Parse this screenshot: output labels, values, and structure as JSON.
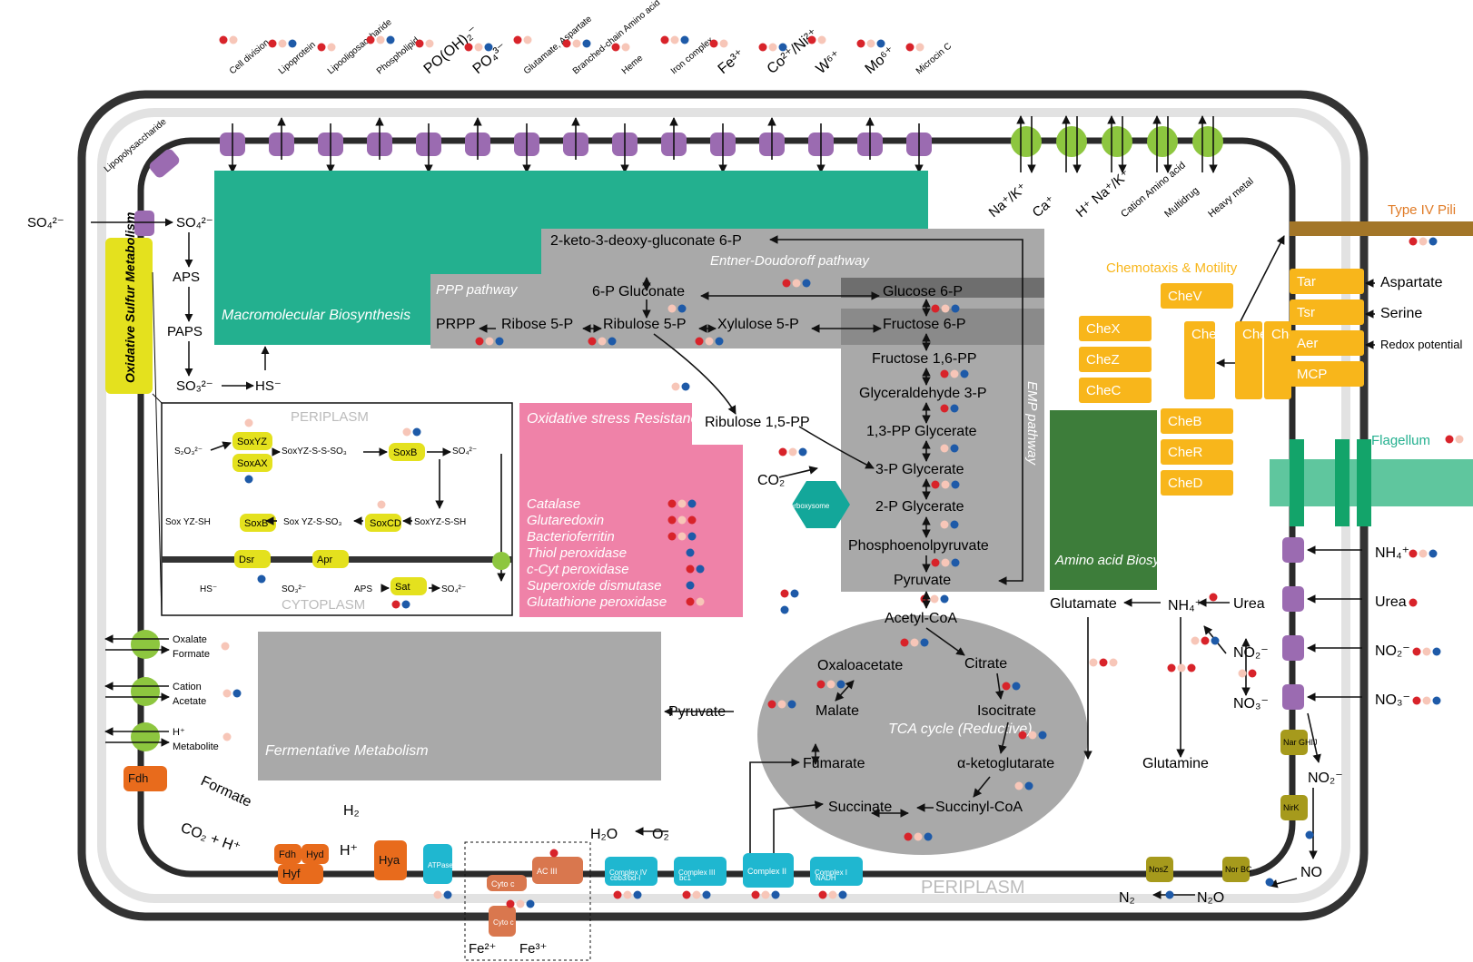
{
  "colors": {
    "red": "#d8232a",
    "pink": "#f7c6b8",
    "blue": "#1e5aa8",
    "teal": "#23b08f",
    "gray": "#a9a9a9",
    "darkgray": "#8c8c8c",
    "magenta": "#ef82a8",
    "yellow": "#e4e11e",
    "orange": "#f8b61b",
    "green": "#3d7d3a",
    "purple": "#9b6bb1",
    "lime": "#8dc63f",
    "cyan": "#1fb7d0",
    "brown": "#e86b1c"
  },
  "top_labels": [
    "Cell division",
    "Lipoprotein",
    "Lipooligosaccharide",
    "Phospholipid",
    "PO(OH)₂⁻",
    "PO₄³⁻",
    "Glutamate, Aspartate",
    "Branched-chain Amino acid",
    "Heme",
    "Iron complex",
    "Fe³⁺",
    "Co²⁺/Ni²⁺",
    "W⁶⁺",
    "Mo⁶⁺",
    "Microcin C"
  ],
  "top_right_labels": [
    "Na⁺/K⁺",
    "Ca⁺",
    "H⁺ Na⁺/K⁺",
    "Cation Amino acid",
    "Multidrug",
    "Heavy metal"
  ],
  "lps_label": "Lipopolysaccharide",
  "sulfur": {
    "so4_out": "SO₄²⁻",
    "so4_in": "SO₄²⁻",
    "aps": "APS",
    "paps": "PAPS",
    "so3": "SO₃²⁻",
    "hs": "HS⁻",
    "box": "Oxidative Sulfur Metabolism"
  },
  "sox": {
    "periplasm": "PERIPLASM",
    "cytoplasm": "CYTOPLASM",
    "s2o3": "S₂O₃²⁻",
    "soxyz": "SoxYZ",
    "soxax": "SoxAX",
    "soxyz_s_s_so3": "SoxYZ-S-S-SO₃",
    "soxb": "SoxB",
    "so4": "SO₄²⁻",
    "soxyz_sh": "Sox YZ-SH",
    "soxb2": "SoxB",
    "soxyz_s_so3": "Sox YZ-S-SO₃",
    "soxcd": "SoxCD",
    "soxyz_s_sh": "SoxYZ-S-SH",
    "dsr": "Dsr",
    "apr": "Apr",
    "hs": "HS⁻",
    "so3": "SO₃²⁻",
    "aps": "APS",
    "sat": "Sat",
    "so4b": "SO₄²⁻"
  },
  "macro": "Macromolecular Biosynthesis",
  "ppp": {
    "title": "PPP pathway",
    "prpp": "PRPP",
    "ribose": "Ribose 5-P",
    "ribulose": "Ribulose 5-P",
    "xylulose": "Xylulose 5-P",
    "ribulose15": "Ribulose 1,5-PP"
  },
  "ed": {
    "kdpg": "2-keto-3-deoxy-gluconate 6-P",
    "title": "Entner-Doudoroff pathway",
    "gluconate": "6-P Gluconate",
    "glucose": "Glucose 6-P"
  },
  "emp": {
    "title": "EMP pathway",
    "f6p": "Fructose 6-P",
    "f16": "Fructose 1,6-PP",
    "g3p": "Glyceraldehyde 3-P",
    "bpg": "1,3-PP Glycerate",
    "pg3": "3-P Glycerate",
    "pg2": "2-P Glycerate",
    "pep": "Phosphoenolpyruvate",
    "pyruvate": "Pyruvate",
    "co2": "CO₂",
    "carboxysome": "Carboxysome"
  },
  "stress": {
    "title": "Oxidative stress Resistance",
    "items": [
      "Catalase",
      "Glutaredoxin",
      "Bacterioferritin",
      "Thiol peroxidase",
      "c-Cyt peroxidase",
      "Superoxide dismutase",
      "Glutathione peroxidase"
    ]
  },
  "ferm": {
    "title": "Fermentative Metabolism",
    "pyruvate": "Pyruvate"
  },
  "tca": {
    "acetyl": "Acetyl-CoA",
    "citrate": "Citrate",
    "oaa": "Oxaloacetate",
    "malate": "Malate",
    "isocitrate": "Isocitrate",
    "title": "TCA cycle (Reductive)",
    "fumarate": "Fumarate",
    "akg": "α-ketoglutarate",
    "succinate": "Succinate",
    "succoa": "Succinyl-CoA"
  },
  "amino": {
    "title": "Amino acid Biosynthesis",
    "glutamate": "Glutamate",
    "nh4": "NH₄⁺",
    "urea": "Urea",
    "glutamine": "Glutamine",
    "no2": "NO₂⁻",
    "no3": "NO₃⁻"
  },
  "right_in": {
    "nh4": "NH₄⁺",
    "urea": "Urea",
    "no2": "NO₂⁻",
    "no3": "NO₃⁻"
  },
  "denit": {
    "nar": "Nar GHIJ",
    "nirk": "NirK",
    "nor": "Nor BC",
    "nosz": "NosZ",
    "no2": "NO₂⁻",
    "no": "NO",
    "n2o": "N₂O",
    "n2": "N₂"
  },
  "chemo": {
    "title": "Chemotaxis & Motility",
    "chev": "CheV",
    "chex": "CheX",
    "chez": "CheZ",
    "chec": "CheC",
    "chey": "CheY",
    "chea": "CheA",
    "chew": "CheW",
    "cheb": "CheB",
    "cher": "CheR",
    "ched": "CheD",
    "tar": "Tar",
    "tsr": "Tsr",
    "aer": "Aer",
    "mcp": "MCP",
    "aspartate": "Aspartate",
    "serine": "Serine",
    "redox": "Redox potential",
    "pili": "Type IV Pili",
    "flagellum": "Flagellum"
  },
  "left_transport": [
    "Oxalate",
    "Formate",
    "Cation",
    "Acetate",
    "H⁺",
    "Metabolite"
  ],
  "energy": {
    "fdh": "Fdh",
    "formate": "Formate",
    "co2h": "CO₂ + H⁺",
    "h2": "H₂",
    "hplus": "H⁺",
    "fdh2": "Fdh",
    "hyd": "Hyd",
    "hyf": "Hyf",
    "hya": "Hya",
    "atpase": "ATPase",
    "cytc": "Cyto c",
    "aciii": "AC III",
    "cytc2": "Cyto c",
    "fe2": "Fe²⁺",
    "fe3": "Fe³⁺",
    "h2o": "H₂O",
    "o2": "O₂",
    "c4": "Complex IV",
    "c4sub": "cbb3/bd-I",
    "c3": "Complex III",
    "c3sub": "bc1",
    "c2": "Complex II",
    "c1": "Complex I",
    "c1sub": "NADH",
    "periplasm": "PERIPLASM"
  }
}
